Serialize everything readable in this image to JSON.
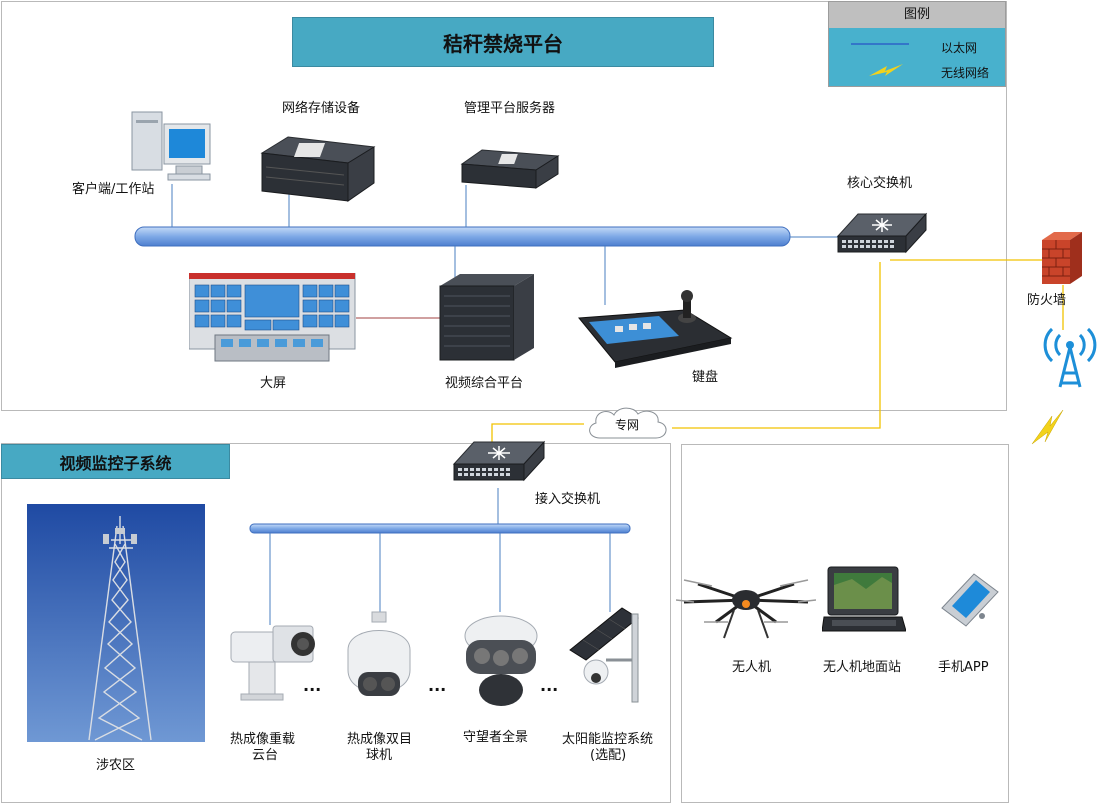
{
  "platform_title": "秸秆禁烧平台",
  "subsystem_title": "视频监控子系统",
  "legend": {
    "title": "图例",
    "ethernet": "以太网",
    "wireless": "无线网络",
    "ethernet_color": "#2c62c8",
    "wireless_color": "#f2d21b"
  },
  "devices": {
    "client": "客户端/工作站",
    "nas": "网络存储设备",
    "server": "管理平台服务器",
    "core_switch": "核心交换机",
    "firewall": "防火墙",
    "big_screen": "大屏",
    "video_platform": "视频综合平台",
    "keyboard": "键盘",
    "private_net": "专网",
    "access_switch": "接入交换机",
    "tower_area": "涉农区",
    "thermal_ptz_line1": "热成像重载",
    "thermal_ptz_line2": "云台",
    "thermal_dome_line1": "热成像双目",
    "thermal_dome_line2": "球机",
    "panorama": "守望者全景",
    "solar_line1": "太阳能监控系统",
    "solar_line2": "(选配)",
    "ellipsis": "...",
    "drone": "无人机",
    "ground_station": "无人机地面站",
    "mobile_app": "手机APP"
  },
  "colors": {
    "banner": "#47a9c3",
    "bus": "#7ea9e6",
    "line": "#4a7fc1",
    "yellow_line": "#f2c200",
    "sky": "#2f59b3",
    "panel_border": "#b9b9b9"
  }
}
